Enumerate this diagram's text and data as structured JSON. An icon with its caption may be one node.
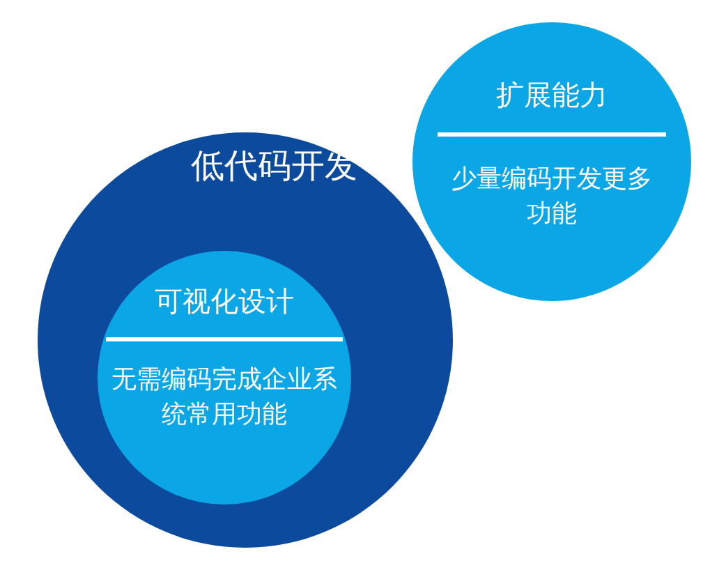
{
  "diagram": {
    "nodes": [
      {
        "text": [
          "低代码开发"
        ]
      },
      {
        "text": [
          "可视化设计",
          "无需编码完成企业系统常用功能"
        ],
        "in": 0
      },
      {
        "text": [
          "扩展能力",
          "少量编码开发更多功能"
        ]
      }
    ]
  }
}
